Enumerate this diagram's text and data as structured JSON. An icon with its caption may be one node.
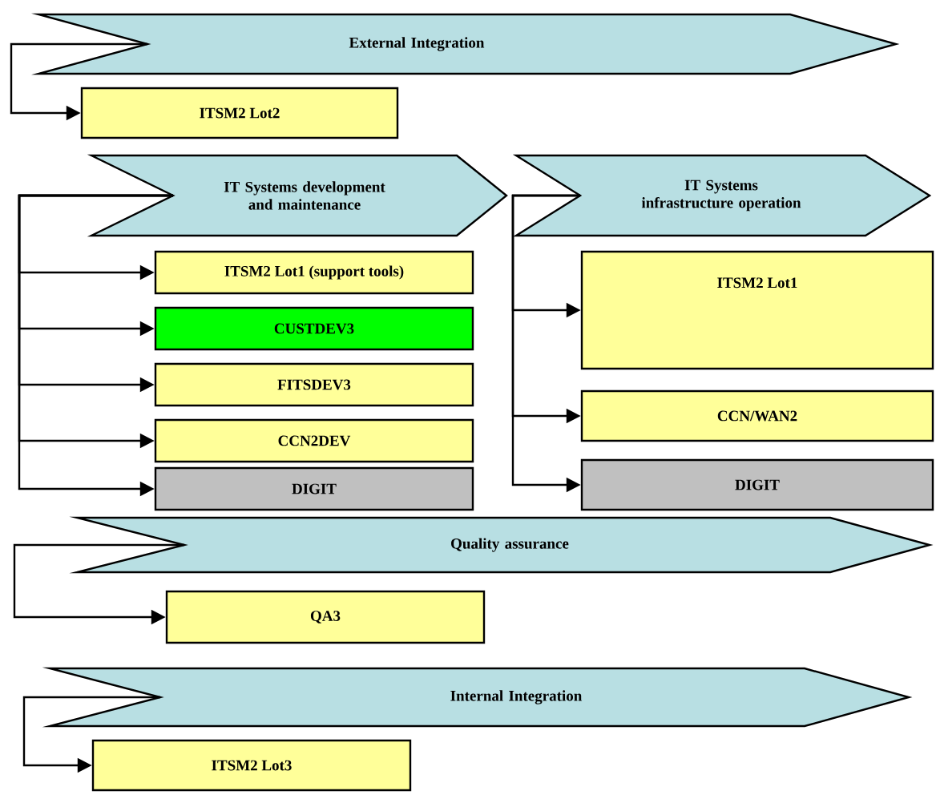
{
  "diagram": {
    "nodes": [
      {
        "text": [
          "External Integration"
        ]
      },
      {
        "text": [
          "ITSM2 Lot2"
        ]
      },
      {
        "text": [
          "IT Systems development and maintenance"
        ]
      },
      {
        "text": [
          "IT Systems infrastructure operation"
        ]
      },
      {
        "text": [
          "ITSM2 Lot1 (support tools)"
        ]
      },
      {
        "text": [
          "CUSTDEV3"
        ]
      },
      {
        "text": [
          "FITSDEV3"
        ]
      },
      {
        "text": [
          "CCN2DEV"
        ]
      },
      {
        "text": [
          "DIGIT"
        ]
      },
      {
        "text": [
          "ITSM2 Lot1"
        ]
      },
      {
        "text": [
          "CCN/WAN2"
        ]
      },
      {
        "text": [
          "DIGIT"
        ]
      },
      {
        "text": [
          "Quality assurance"
        ]
      },
      {
        "text": [
          "QA3"
        ]
      },
      {
        "text": [
          "Internal Integration"
        ]
      },
      {
        "text": [
          "ITSM2 Lot3"
        ]
      }
    ],
    "edges": [
      {
        "from": 0,
        "to": 1,
        "arrow": "to"
      },
      {
        "from": 2,
        "to": 4,
        "arrow": "to"
      },
      {
        "from": 2,
        "to": 5,
        "arrow": "to"
      },
      {
        "from": 2,
        "to": 6,
        "arrow": "to"
      },
      {
        "from": 2,
        "to": 7,
        "arrow": "to"
      },
      {
        "from": 2,
        "to": 8,
        "arrow": "to"
      },
      {
        "from": 3,
        "to": 9,
        "arrow": "to"
      },
      {
        "from": 3,
        "to": 10,
        "arrow": "to"
      },
      {
        "from": 3,
        "to": 11,
        "arrow": "to"
      },
      {
        "from": 12,
        "to": 13,
        "arrow": "to"
      },
      {
        "from": 14,
        "to": 15,
        "arrow": "to"
      }
    ]
  }
}
